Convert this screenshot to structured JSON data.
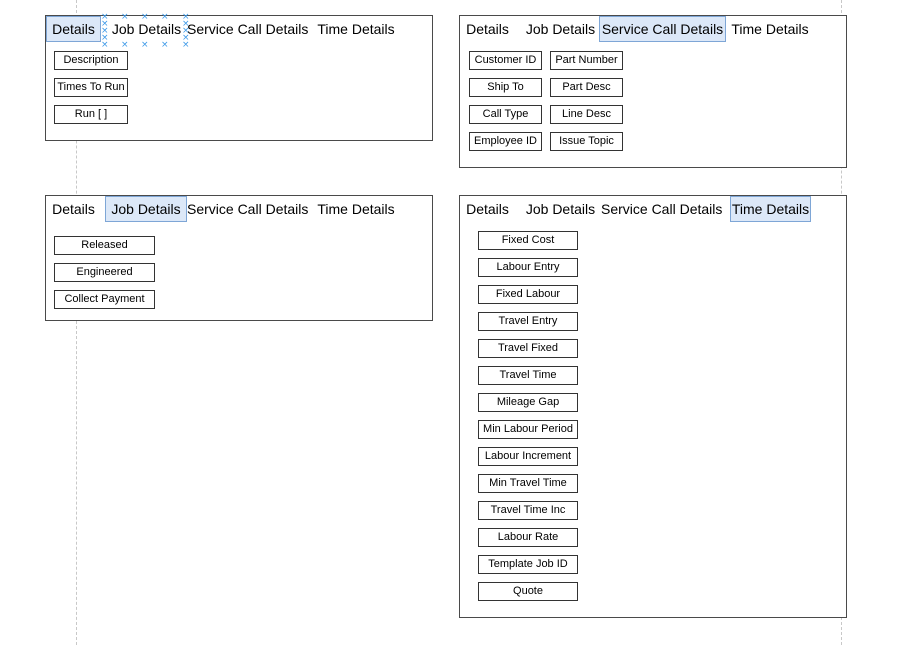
{
  "tabs": [
    "Details",
    "Job Details",
    "Service Call Details",
    "Time Details"
  ],
  "panel_details": {
    "fields": [
      "Description",
      "Times To Run",
      "Run [ ]"
    ]
  },
  "panel_service_call": {
    "col1": [
      "Customer ID",
      "Ship To",
      "Call Type",
      "Employee ID"
    ],
    "col2": [
      "Part Number",
      "Part Desc",
      "Line Desc",
      "Issue Topic"
    ]
  },
  "panel_job": {
    "fields": [
      "Released",
      "Engineered",
      "Collect Payment"
    ]
  },
  "panel_time": {
    "fields": [
      "Fixed Cost",
      "Labour Entry",
      "Fixed Labour",
      "Travel Entry",
      "Travel Fixed",
      "Travel Time",
      "Mileage Gap",
      "Min Labour Period",
      "Labour Increment",
      "Min Travel Time",
      "Travel Time Inc",
      "Labour Rate",
      "Template Job ID",
      "Quote"
    ]
  },
  "selection_marker": "×"
}
